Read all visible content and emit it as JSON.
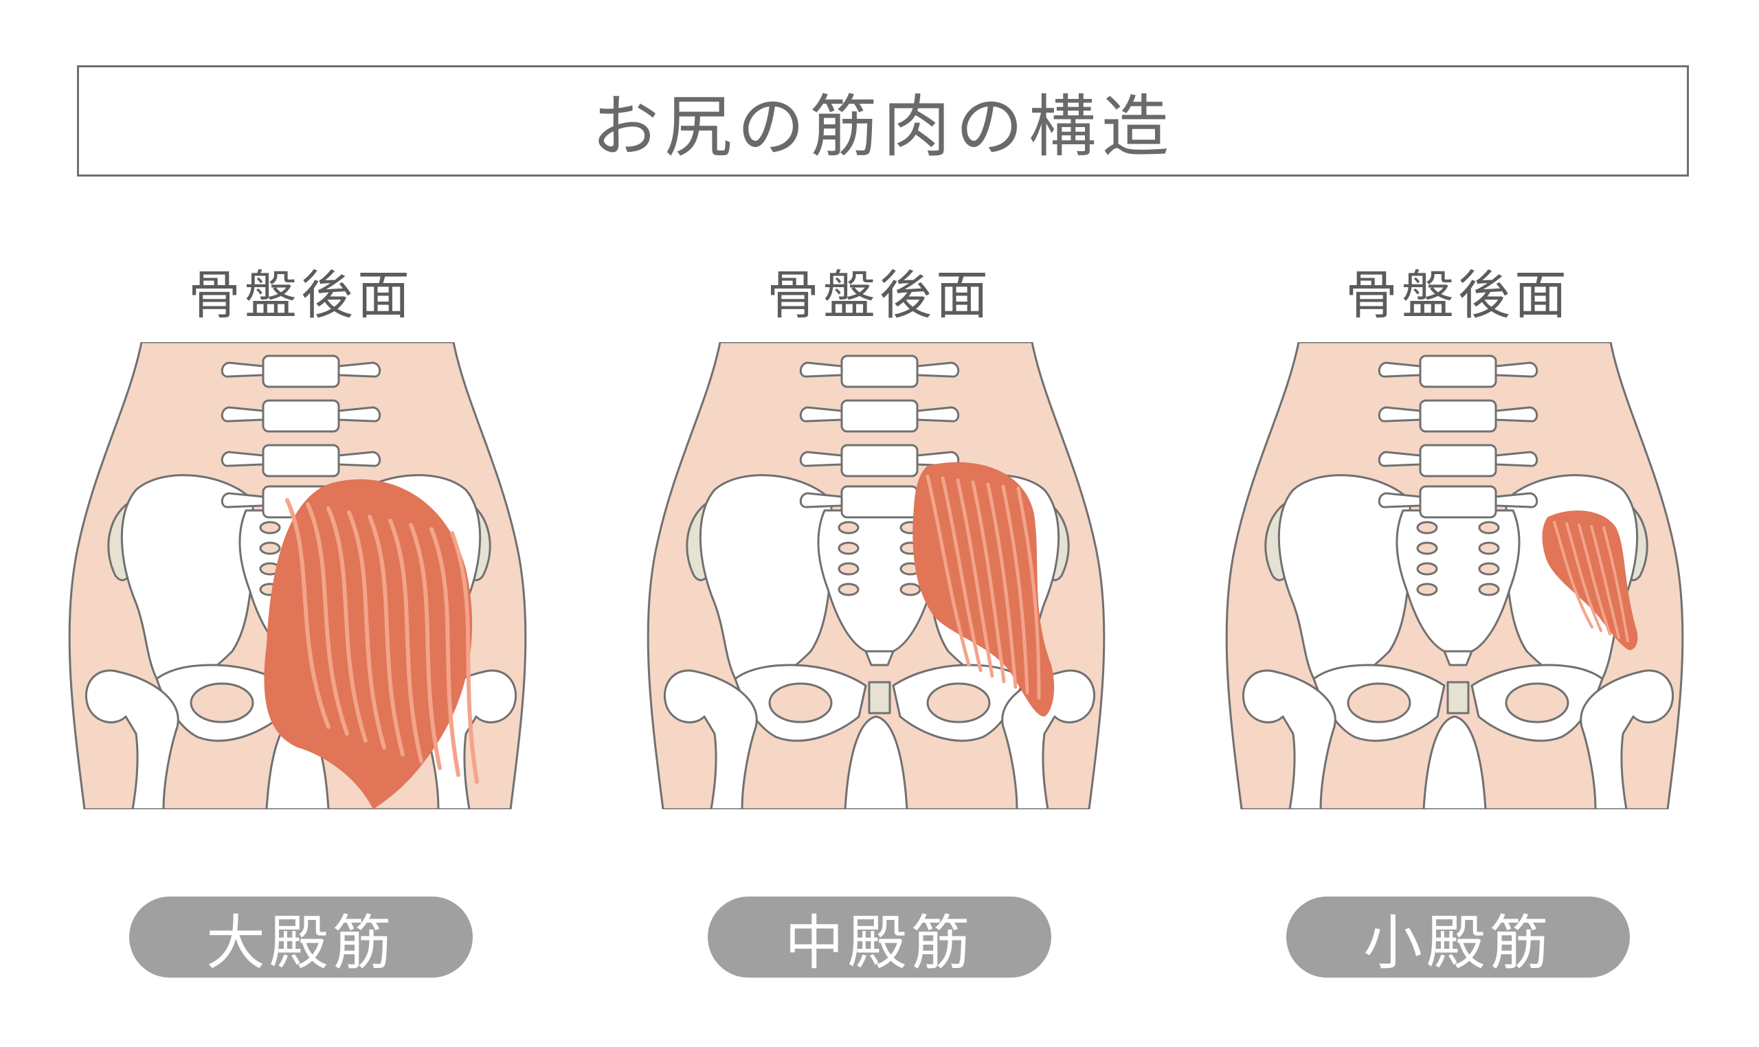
{
  "title": "お尻の筋肉の構造",
  "panels": [
    {
      "heading": "骨盤後面",
      "muscle": "大殿筋"
    },
    {
      "heading": "骨盤後面",
      "muscle": "中殿筋"
    },
    {
      "heading": "骨盤後面",
      "muscle": "小殿筋"
    }
  ],
  "colors": {
    "skin": "#f6d6c5",
    "bone": "#ffffff",
    "outline": "#707070",
    "muscle": "#e07557",
    "muscle_stripe": "#f3a48a",
    "label_bg": "#a0a0a0",
    "cartilage": "#e6e2d3"
  }
}
